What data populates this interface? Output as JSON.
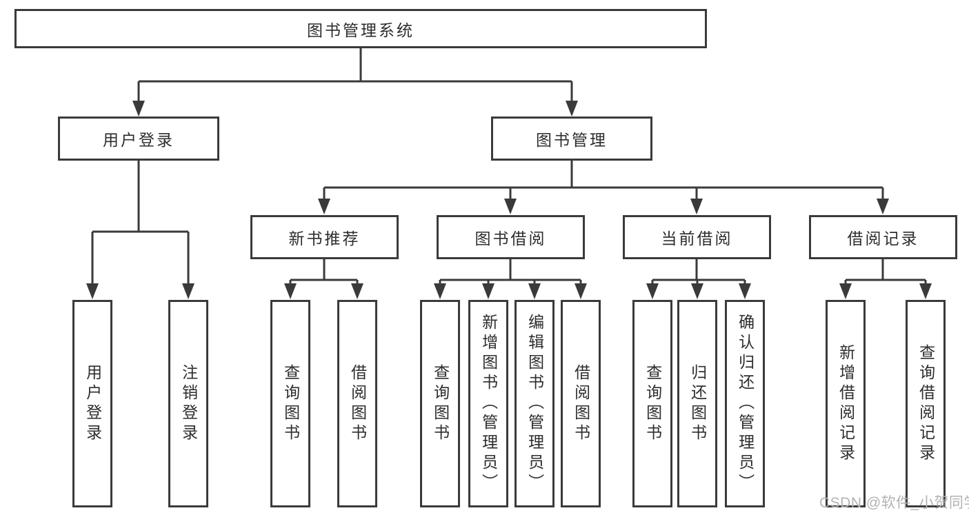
{
  "diagram": {
    "root": {
      "label": "图书管理系统",
      "children": [
        {
          "label": "用户登录",
          "children": [
            {
              "label": "用户登录"
            },
            {
              "label": "注销登录"
            }
          ]
        },
        {
          "label": "图书管理",
          "children": [
            {
              "label": "新书推荐",
              "children": [
                {
                  "label": "查询图书"
                },
                {
                  "label": "借阅图书"
                }
              ]
            },
            {
              "label": "图书借阅",
              "children": [
                {
                  "label": "查询图书"
                },
                {
                  "label": "新增图书（管理员）"
                },
                {
                  "label": "编辑图书（管理员）"
                },
                {
                  "label": "借阅图书"
                }
              ]
            },
            {
              "label": "当前借阅",
              "children": [
                {
                  "label": "查询图书"
                },
                {
                  "label": "归还图书"
                },
                {
                  "label": "确认归还（管理员）"
                }
              ]
            },
            {
              "label": "借阅记录",
              "children": [
                {
                  "label": "新增借阅记录"
                },
                {
                  "label": "查询借阅记录"
                }
              ]
            }
          ]
        }
      ]
    }
  },
  "watermark": {
    "text": "CSDN @软件_小贺同学"
  },
  "colors": {
    "line": "#3a3a3a",
    "text": "#2d2d2d",
    "background": "#ffffff",
    "watermark": "#b2b2b2"
  }
}
